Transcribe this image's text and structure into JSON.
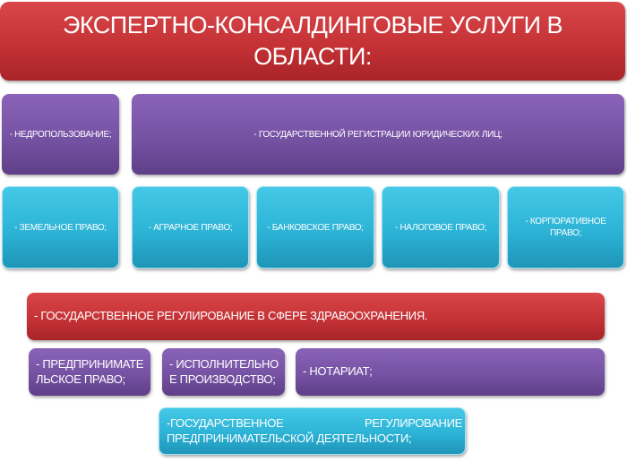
{
  "title": "ЭКСПЕРТНО-КОНСАЛДИНГОВЫЕ УСЛУГИ В ОБЛАСТИ:",
  "row1": [
    "- НЕДРОПОЛЬЗОВАНИЕ;",
    "- ГОСУДАРСТВЕННОЙ РЕГИСТРАЦИИ ЮРИДИЧЕСКИХ ЛИЦ;"
  ],
  "row2": [
    "- ЗЕМЕЛЬНОЕ ПРАВО;",
    "- АГРАРНОЕ ПРАВО;",
    "- БАНКОВСКОЕ ПРАВО;",
    "- НАЛОГОВОЕ ПРАВО;",
    "- КОРПОРАТИВНОЕ ПРАВО;"
  ],
  "health": "- ГОСУДАРСТВЕННОЕ  РЕГУЛИРОВАНИЕ В СФЕРЕ ЗДРАВООХРАНЕНИЯ.",
  "row4": [
    "- ПРЕДПРИНИМАТЕЛЬСКОЕ ПРАВО;",
    "- ИСПОЛНИТЕЛЬНОЕ ПРОИЗВОДСТВО;",
    "- НОТАРИАТ;"
  ],
  "business": "-ГОСУДАРСТВЕННОЕ РЕГУЛИРОВАНИЕ ПРЕДПРИНИМАТЕЛЬСКОЙ ДЕЯТЕЛЬНОСТИ;"
}
